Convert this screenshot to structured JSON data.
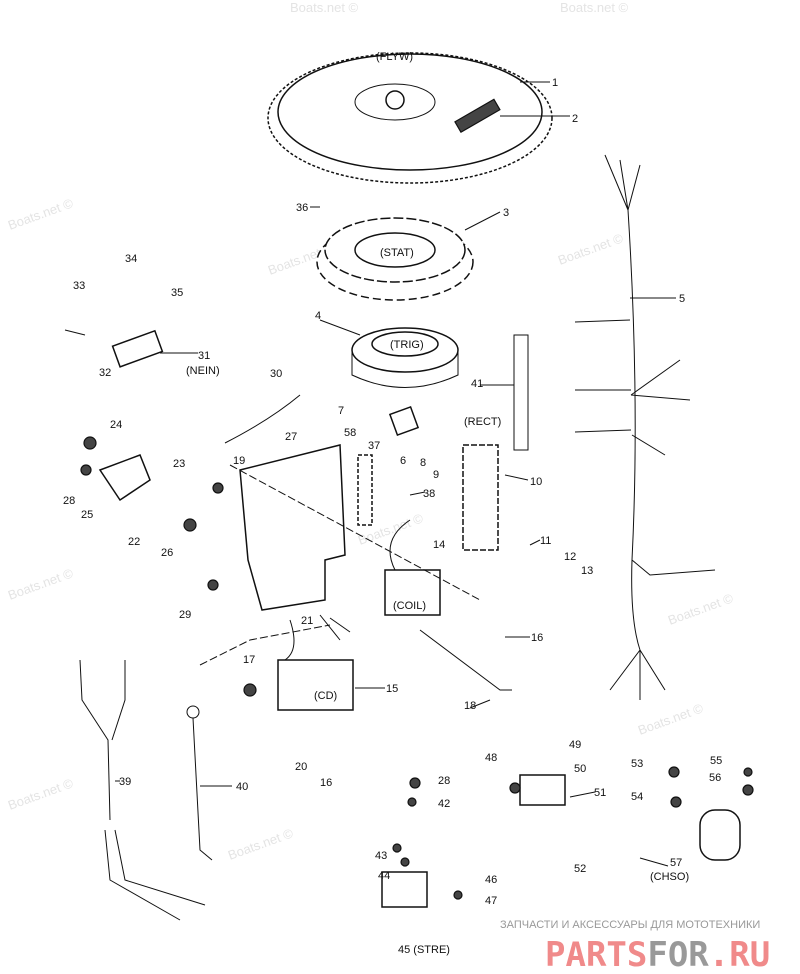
{
  "watermark": {
    "text": "Boats.net ©",
    "site_tagline": "ЗАПЧАСТИ И АКСЕССУАРЫ ДЛЯ МОТОТЕХНИКИ",
    "site_brand_a": "PARTS",
    "site_brand_b": "FOR",
    "site_brand_c": ".RU"
  },
  "labels": {
    "flyw": "(FLYW)",
    "stat": "(STAT)",
    "trig": "(TRIG)",
    "rect": "(RECT)",
    "nein": "(NEIN)",
    "coil": "(COIL)",
    "cd": "(CD)",
    "chso": "(CHSO)",
    "stre": "45 (STRE)"
  },
  "callouts": [
    "1",
    "2",
    "36",
    "3",
    "5",
    "34",
    "35",
    "33",
    "32",
    "31",
    "4",
    "30",
    "41",
    "7",
    "6",
    "8",
    "9",
    "58",
    "37",
    "27",
    "24",
    "23",
    "19",
    "28",
    "25",
    "10",
    "38",
    "22",
    "26",
    "14",
    "11",
    "12",
    "13",
    "29",
    "21",
    "16",
    "17",
    "15",
    "18",
    "20",
    "16",
    "39",
    "40",
    "48",
    "49",
    "50",
    "51",
    "52",
    "53",
    "54",
    "55",
    "56",
    "57",
    "28",
    "42",
    "43",
    "44",
    "46",
    "47"
  ]
}
